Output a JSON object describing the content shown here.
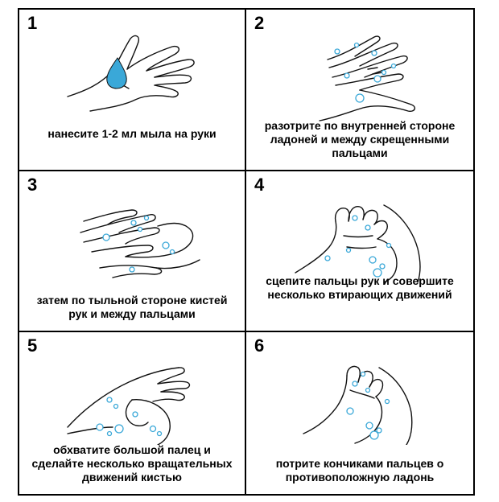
{
  "steps": [
    {
      "number": "1",
      "text": "нанесите 1-2 мл мыла на руки"
    },
    {
      "number": "2",
      "text": "разотрите по внутренней стороне\nладоней и между скрещенными\nпальцами"
    },
    {
      "number": "3",
      "text": "затем по тыльной стороне кистей\nрук и между пальцами"
    },
    {
      "number": "4",
      "text": "сцепите пальцы рук и совершите\nнесколько втирающих движений"
    },
    {
      "number": "5",
      "text": "обхватите большой палец и\nсделайте несколько вращательных\nдвижений кистью"
    },
    {
      "number": "6",
      "text": "потрите кончиками пальцев о\nпротивоположную ладонь"
    }
  ],
  "colors": {
    "soap": "#3aa8d8",
    "lines": "#111111",
    "border": "#000000"
  }
}
